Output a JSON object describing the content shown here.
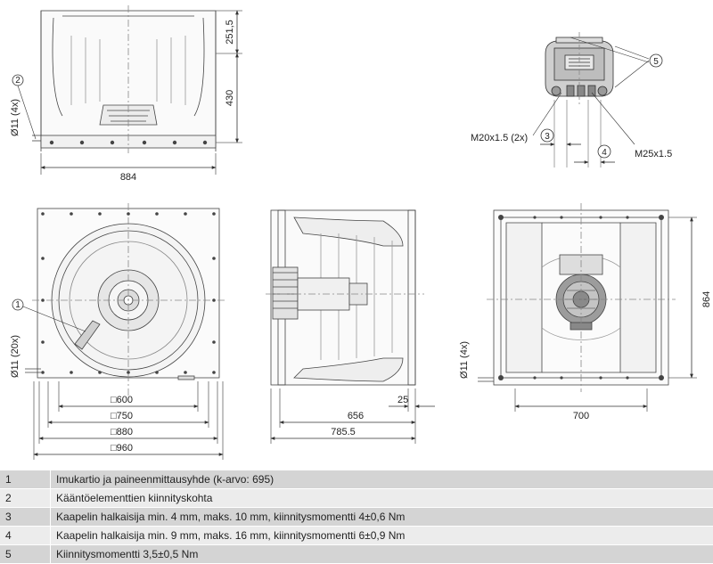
{
  "views": {
    "side_top": {
      "dims": {
        "width": "884",
        "height_upper": "251,5",
        "height": "430",
        "hole": "Ø11 (4x)"
      },
      "callout": "2"
    },
    "connection_box": {
      "callouts": [
        "5",
        "3",
        "4"
      ],
      "labels": {
        "m20": "M20x1.5 (2x)",
        "m25": "M25x1.5"
      }
    },
    "front": {
      "callout": "1",
      "hole": "Ø11 (20x)",
      "dims": [
        "□600",
        "□750",
        "□880",
        "□960"
      ]
    },
    "side": {
      "dims": {
        "d25": "25",
        "d656": "656",
        "d785": "785.5"
      }
    },
    "back": {
      "dims": {
        "w700": "700",
        "h864": "864",
        "hole": "Ø11 (4x)"
      }
    }
  },
  "legend": [
    {
      "num": "1",
      "text": "Imukartio ja paineenmittausyhde (k-arvo: 695)"
    },
    {
      "num": "2",
      "text": "Kääntöelementtien kiinnityskohta"
    },
    {
      "num": "3",
      "text": "Kaapelin halkaisija min. 4 mm, maks. 10 mm, kiinnitysmomentti 4±0,6 Nm"
    },
    {
      "num": "4",
      "text": "Kaapelin halkaisija min. 9 mm, maks. 16 mm, kiinnitysmomentti 6±0,9 Nm"
    },
    {
      "num": "5",
      "text": "Kiinnitysmomentti 3,5±0,5 Nm"
    }
  ]
}
